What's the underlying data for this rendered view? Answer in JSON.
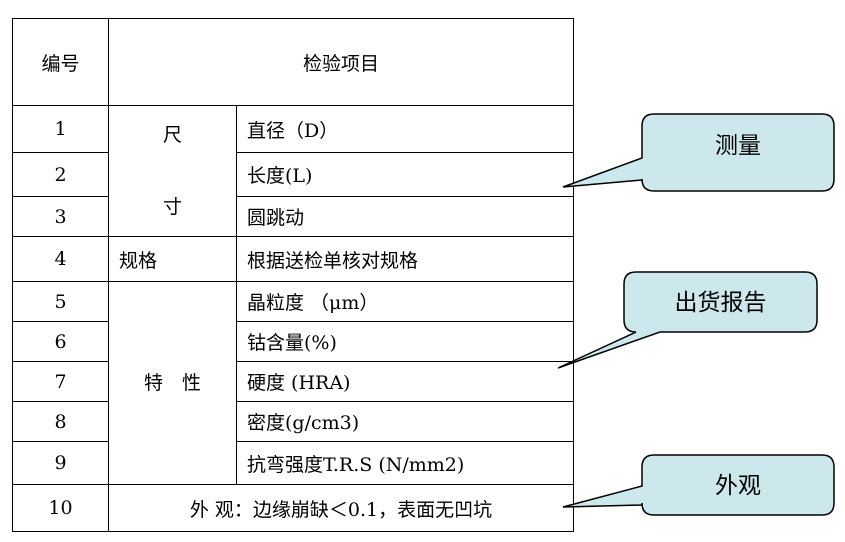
{
  "table": {
    "header": {
      "no": "编号",
      "item": "检验项目"
    },
    "rows": [
      {
        "no": "1",
        "group": "尺\n\n寸",
        "item": "直径（D）"
      },
      {
        "no": "2",
        "item": "长度(L)"
      },
      {
        "no": "3",
        "item": "圆跳动"
      },
      {
        "no": "4",
        "group": "规格",
        "item": "根据送检单核对规格"
      },
      {
        "no": "5",
        "group": "特　性",
        "item": "晶粒度 （μm）"
      },
      {
        "no": "6",
        "item": "钴含量(%)"
      },
      {
        "no": "7",
        "item": "硬度 (HRA)"
      },
      {
        "no": "8",
        "item": "密度(g/cm3)"
      },
      {
        "no": "9",
        "item": "抗弯强度T.R.S (N/mm2)"
      },
      {
        "no": "10",
        "item": "外 观：边缘崩缺＜0.1，表面无凹坑"
      }
    ]
  },
  "callouts": [
    {
      "label": "测量"
    },
    {
      "label": "出货报告"
    },
    {
      "label": "外观"
    }
  ],
  "colors": {
    "callout_fill": "#cce8ec",
    "border": "#000000"
  }
}
